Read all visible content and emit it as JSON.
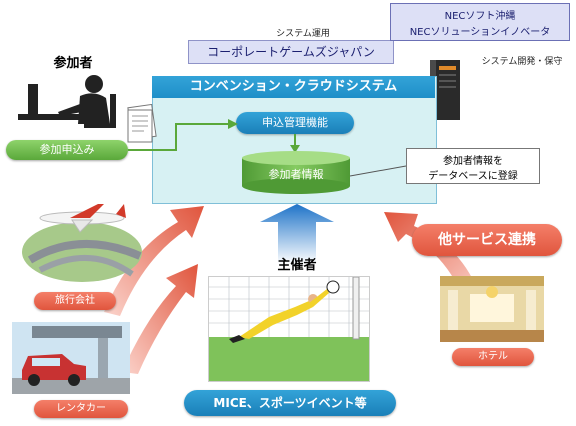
{
  "operator_label": "システム運用",
  "operator_company": "コーポレートゲームズジャパン",
  "vendor_line1": "NECソフト沖縄",
  "vendor_line2": "NECソリューションイノベータ",
  "vendor_role": "システム開発・保守",
  "system_title": "コンベンション・クラウドシステム",
  "module_label": "申込管理機能",
  "database_label": "参加者情報",
  "db_note_line1": "参加者情報を",
  "db_note_line2": "データベースに登録",
  "participant_title": "参加者",
  "participant_action": "参加申込み",
  "organizer_title": "主催者",
  "other_services": "他サービス連携",
  "event_types": "MICE、スポーツイベント等",
  "travel_agency": "旅行会社",
  "rental_car": "レンタカー",
  "hotel": "ホテル",
  "colors": {
    "system_blue": "#1e8fc8",
    "green": "#5aa83a",
    "red": "#e0553d",
    "box_fill": "#d7f1f3"
  },
  "icons": [
    "server-icon",
    "person-at-computer-icon",
    "document-icon",
    "airplane-icon",
    "car-icon",
    "goalkeeper-icon",
    "hotel-icon"
  ]
}
